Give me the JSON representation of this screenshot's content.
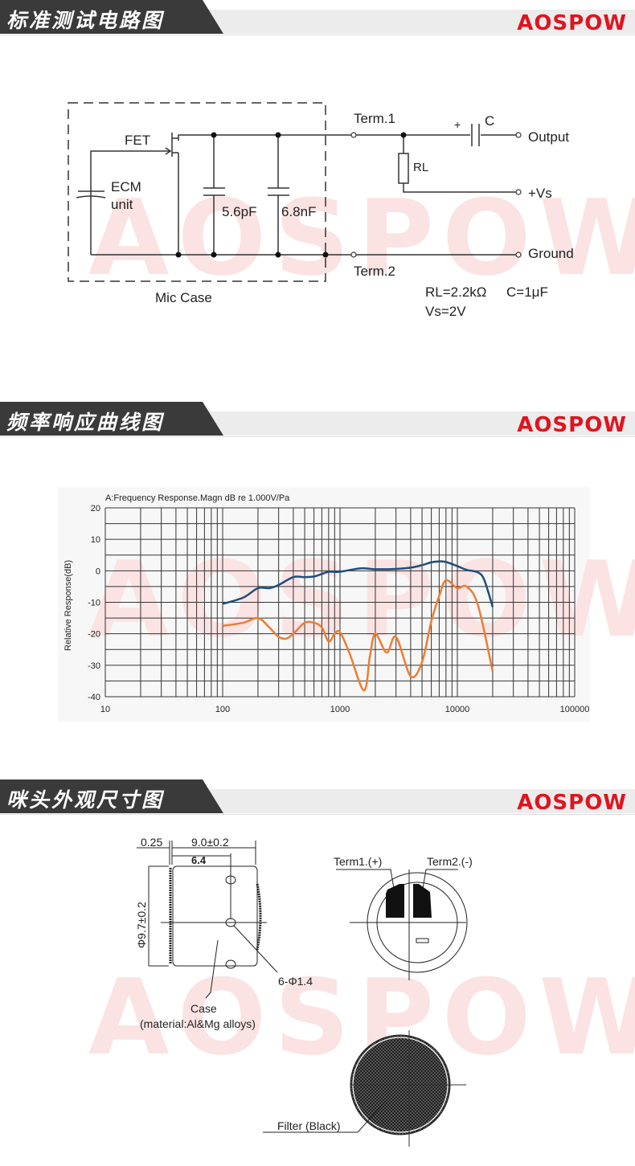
{
  "brand": {
    "logo_text": "AOSPOW",
    "color": "#e0141e"
  },
  "sections": [
    {
      "title": "标准测试电路图",
      "logo": "AOSPOW"
    },
    {
      "title": "频率响应曲线图",
      "logo": "AOSPOW"
    },
    {
      "title": "咪头外观尺寸图",
      "logo": "AOSPOW"
    }
  ],
  "circuit": {
    "fet_label": "FET",
    "ecm_label_1": "ECM",
    "ecm_label_2": "unit",
    "cap1": "5.6pF",
    "cap2": "6.8nF",
    "mic_case": "Mic Case",
    "term1": "Term.1",
    "term2": "Term.2",
    "plus": "+",
    "c_label": "C",
    "rl_label": "RL",
    "output": "Output",
    "vs": "+Vs",
    "ground": "Ground",
    "spec_rl": "RL=2.2kΩ",
    "spec_c": "C=1μF",
    "spec_vs": "Vs=2V"
  },
  "chart_data": {
    "type": "line",
    "title": "A:Frequency Response.Magn dB re 1.000V/Pa",
    "xlabel": "",
    "ylabel": "Relative Response(dB)",
    "xscale": "log",
    "xlim": [
      10,
      100000
    ],
    "ylim": [
      -40,
      20
    ],
    "xticks": [
      "10",
      "100",
      "1000",
      "10000",
      "100000"
    ],
    "yticks": [
      "20",
      "10",
      "0",
      "-10",
      "-20",
      "-30",
      "-40"
    ],
    "grid": true,
    "series": [
      {
        "name": "blue",
        "color": "#1f4e79",
        "x": [
          100,
          150,
          200,
          250,
          300,
          400,
          500,
          600,
          700,
          800,
          1000,
          1500,
          2000,
          3000,
          4000,
          5000,
          6000,
          7000,
          8000,
          10000,
          12000,
          15000,
          17000,
          20000
        ],
        "y": [
          -10.5,
          -8.5,
          -5.5,
          -5.5,
          -4.5,
          -2,
          -2,
          -1.8,
          -1,
          -0.3,
          -0.3,
          0.8,
          0.5,
          0.6,
          1,
          1.8,
          2.7,
          3,
          2.8,
          1.5,
          0.3,
          -0.5,
          -3,
          -11.5
        ]
      },
      {
        "name": "orange",
        "color": "#ed7d31",
        "x": [
          100,
          150,
          200,
          250,
          300,
          350,
          400,
          500,
          600,
          700,
          800,
          900,
          1000,
          1200,
          1600,
          1800,
          2000,
          2500,
          3000,
          4000,
          5000,
          6000,
          7000,
          8000,
          10000,
          12000,
          15000,
          20000
        ],
        "y": [
          -17.5,
          -16.5,
          -15,
          -18,
          -21,
          -21.5,
          -20,
          -16.5,
          -16.5,
          -18,
          -22.5,
          -20,
          -19.5,
          -26,
          -38,
          -27,
          -20,
          -26,
          -21,
          -33.5,
          -29,
          -16,
          -8,
          -3,
          -5.5,
          -5,
          -11,
          -32
        ]
      }
    ]
  },
  "dimensions": {
    "d_025": "0.25",
    "d_length": "9.0±0.2",
    "d_64": "6.4",
    "d_dia": "Φ9.7±0.2",
    "d_holes": "6-Φ1.4",
    "case_1": "Case",
    "case_2": "(material:Al&Mg alloys)",
    "term1": "Term1.(+)",
    "term2": "Term2.(-)",
    "filter": "Filter (Black)"
  }
}
